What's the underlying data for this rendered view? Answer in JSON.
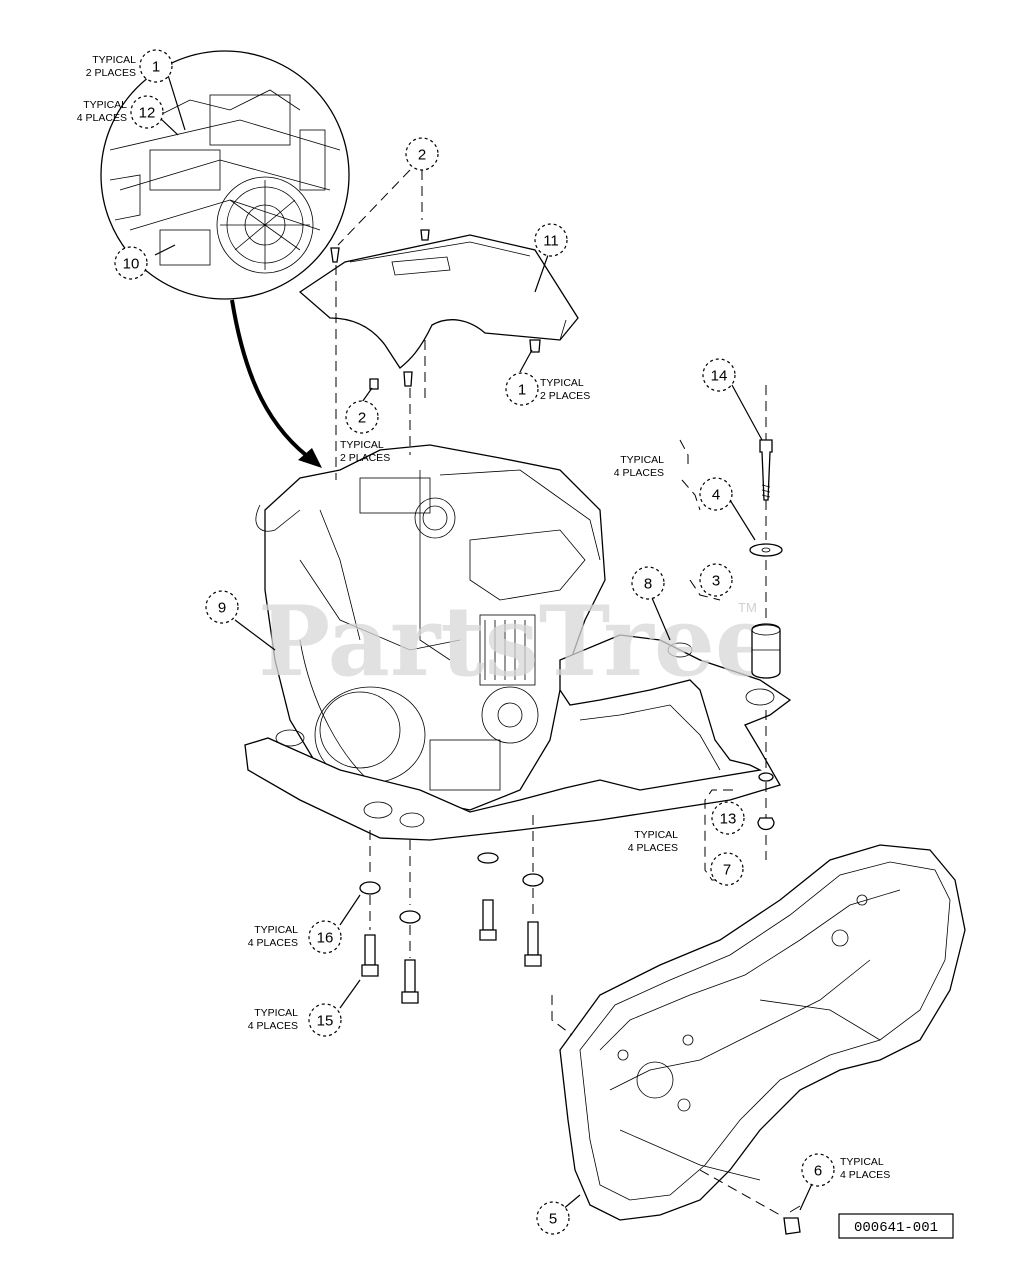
{
  "watermark": {
    "text": "PartsTree",
    "tm": "TM"
  },
  "drawing_id": "000641-001",
  "callouts": [
    {
      "id": "c1a",
      "num": "1",
      "note_lines": [
        "TYPICAL",
        "2 PLACES"
      ]
    },
    {
      "id": "c12",
      "num": "12",
      "note_lines": [
        "TYPICAL",
        "4 PLACES"
      ]
    },
    {
      "id": "c10",
      "num": "10",
      "note_lines": []
    },
    {
      "id": "c2a",
      "num": "2",
      "note_lines": []
    },
    {
      "id": "c11",
      "num": "11",
      "note_lines": []
    },
    {
      "id": "c1b",
      "num": "1",
      "note_lines": [
        "TYPICAL",
        "2 PLACES"
      ]
    },
    {
      "id": "c2b",
      "num": "2",
      "note_lines": [
        "TYPICAL",
        "2 PLACES"
      ]
    },
    {
      "id": "c14",
      "num": "14",
      "note_lines": []
    },
    {
      "id": "c4",
      "num": "4",
      "note_lines": [
        "TYPICAL",
        "4 PLACES"
      ]
    },
    {
      "id": "c3",
      "num": "3",
      "note_lines": []
    },
    {
      "id": "c8",
      "num": "8",
      "note_lines": []
    },
    {
      "id": "c9",
      "num": "9",
      "note_lines": []
    },
    {
      "id": "c13",
      "num": "13",
      "note_lines": []
    },
    {
      "id": "c7",
      "num": "7",
      "note_lines": [
        "TYPICAL",
        "4 PLACES"
      ]
    },
    {
      "id": "c16",
      "num": "16",
      "note_lines": [
        "TYPICAL",
        "4 PLACES"
      ]
    },
    {
      "id": "c15",
      "num": "15",
      "note_lines": [
        "TYPICAL",
        "4 PLACES"
      ]
    },
    {
      "id": "c6",
      "num": "6",
      "note_lines": [
        "TYPICAL",
        "4 PLACES"
      ]
    },
    {
      "id": "c5",
      "num": "5",
      "note_lines": []
    }
  ]
}
